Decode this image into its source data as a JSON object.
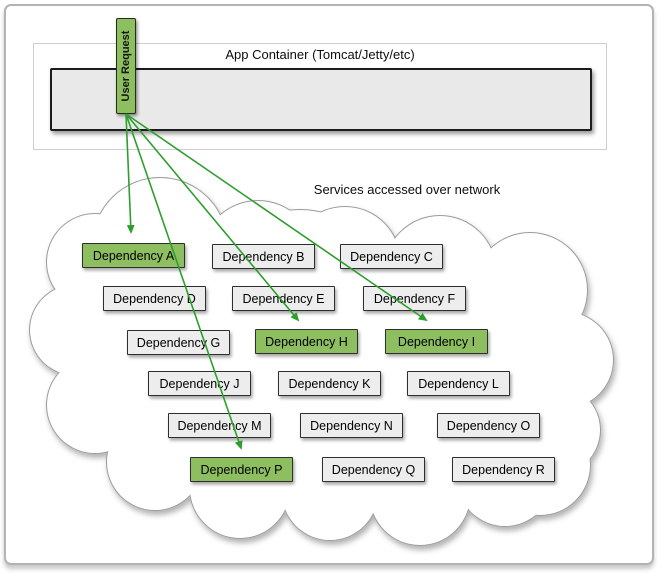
{
  "app_container": {
    "title": "App Container (Tomcat/Jetty/etc)"
  },
  "user_request": {
    "label": "User Request"
  },
  "cloud": {
    "caption": "Services accessed over network",
    "dependencies": [
      {
        "label": "Dependency A",
        "highlighted": true
      },
      {
        "label": "Dependency B",
        "highlighted": false
      },
      {
        "label": "Dependency C",
        "highlighted": false
      },
      {
        "label": "Dependency D",
        "highlighted": false
      },
      {
        "label": "Dependency E",
        "highlighted": false
      },
      {
        "label": "Dependency F",
        "highlighted": false
      },
      {
        "label": "Dependency G",
        "highlighted": false
      },
      {
        "label": "Dependency H",
        "highlighted": true
      },
      {
        "label": "Dependency I",
        "highlighted": true
      },
      {
        "label": "Dependency J",
        "highlighted": false
      },
      {
        "label": "Dependency K",
        "highlighted": false
      },
      {
        "label": "Dependency L",
        "highlighted": false
      },
      {
        "label": "Dependency M",
        "highlighted": false
      },
      {
        "label": "Dependency N",
        "highlighted": false
      },
      {
        "label": "Dependency O",
        "highlighted": false
      },
      {
        "label": "Dependency P",
        "highlighted": true
      },
      {
        "label": "Dependency Q",
        "highlighted": false
      },
      {
        "label": "Dependency R",
        "highlighted": false
      }
    ]
  },
  "arrows": {
    "source": "User Request",
    "targets": [
      "Dependency A",
      "Dependency H",
      "Dependency I",
      "Dependency P"
    ]
  },
  "colors": {
    "highlight_green": "#8dbe5f",
    "arrow_green": "#2f9e2f",
    "box_fill": "#ededed",
    "box_border": "#2e2e2e",
    "cloud_stroke": "#9b9b9b"
  }
}
